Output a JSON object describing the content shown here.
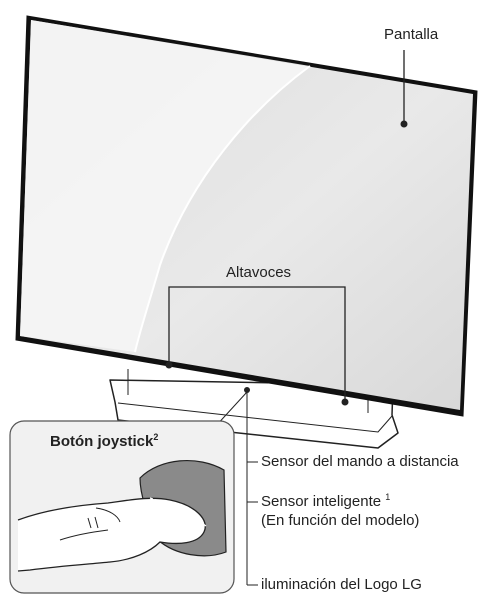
{
  "labels": {
    "screen": "Pantalla",
    "speakers": "Altavoces",
    "joystick_button": "Botón joystick",
    "joystick_button_note": "2",
    "remote_sensor": "Sensor del mando a distancia",
    "smart_sensor": "Sensor inteligente",
    "smart_sensor_note": "1",
    "smart_sensor_detail": "(En función del modelo)",
    "logo_lighting": "iluminación del Logo LG"
  },
  "colors": {
    "line": "#222222",
    "screen_face": "#e2e2e2",
    "screen_highlight": "#f4f4f4",
    "bezel": "#111111",
    "inset_bg": "#f1f1f1",
    "finger_fill": "#ffffff",
    "cloth": "#8a8a8a"
  }
}
